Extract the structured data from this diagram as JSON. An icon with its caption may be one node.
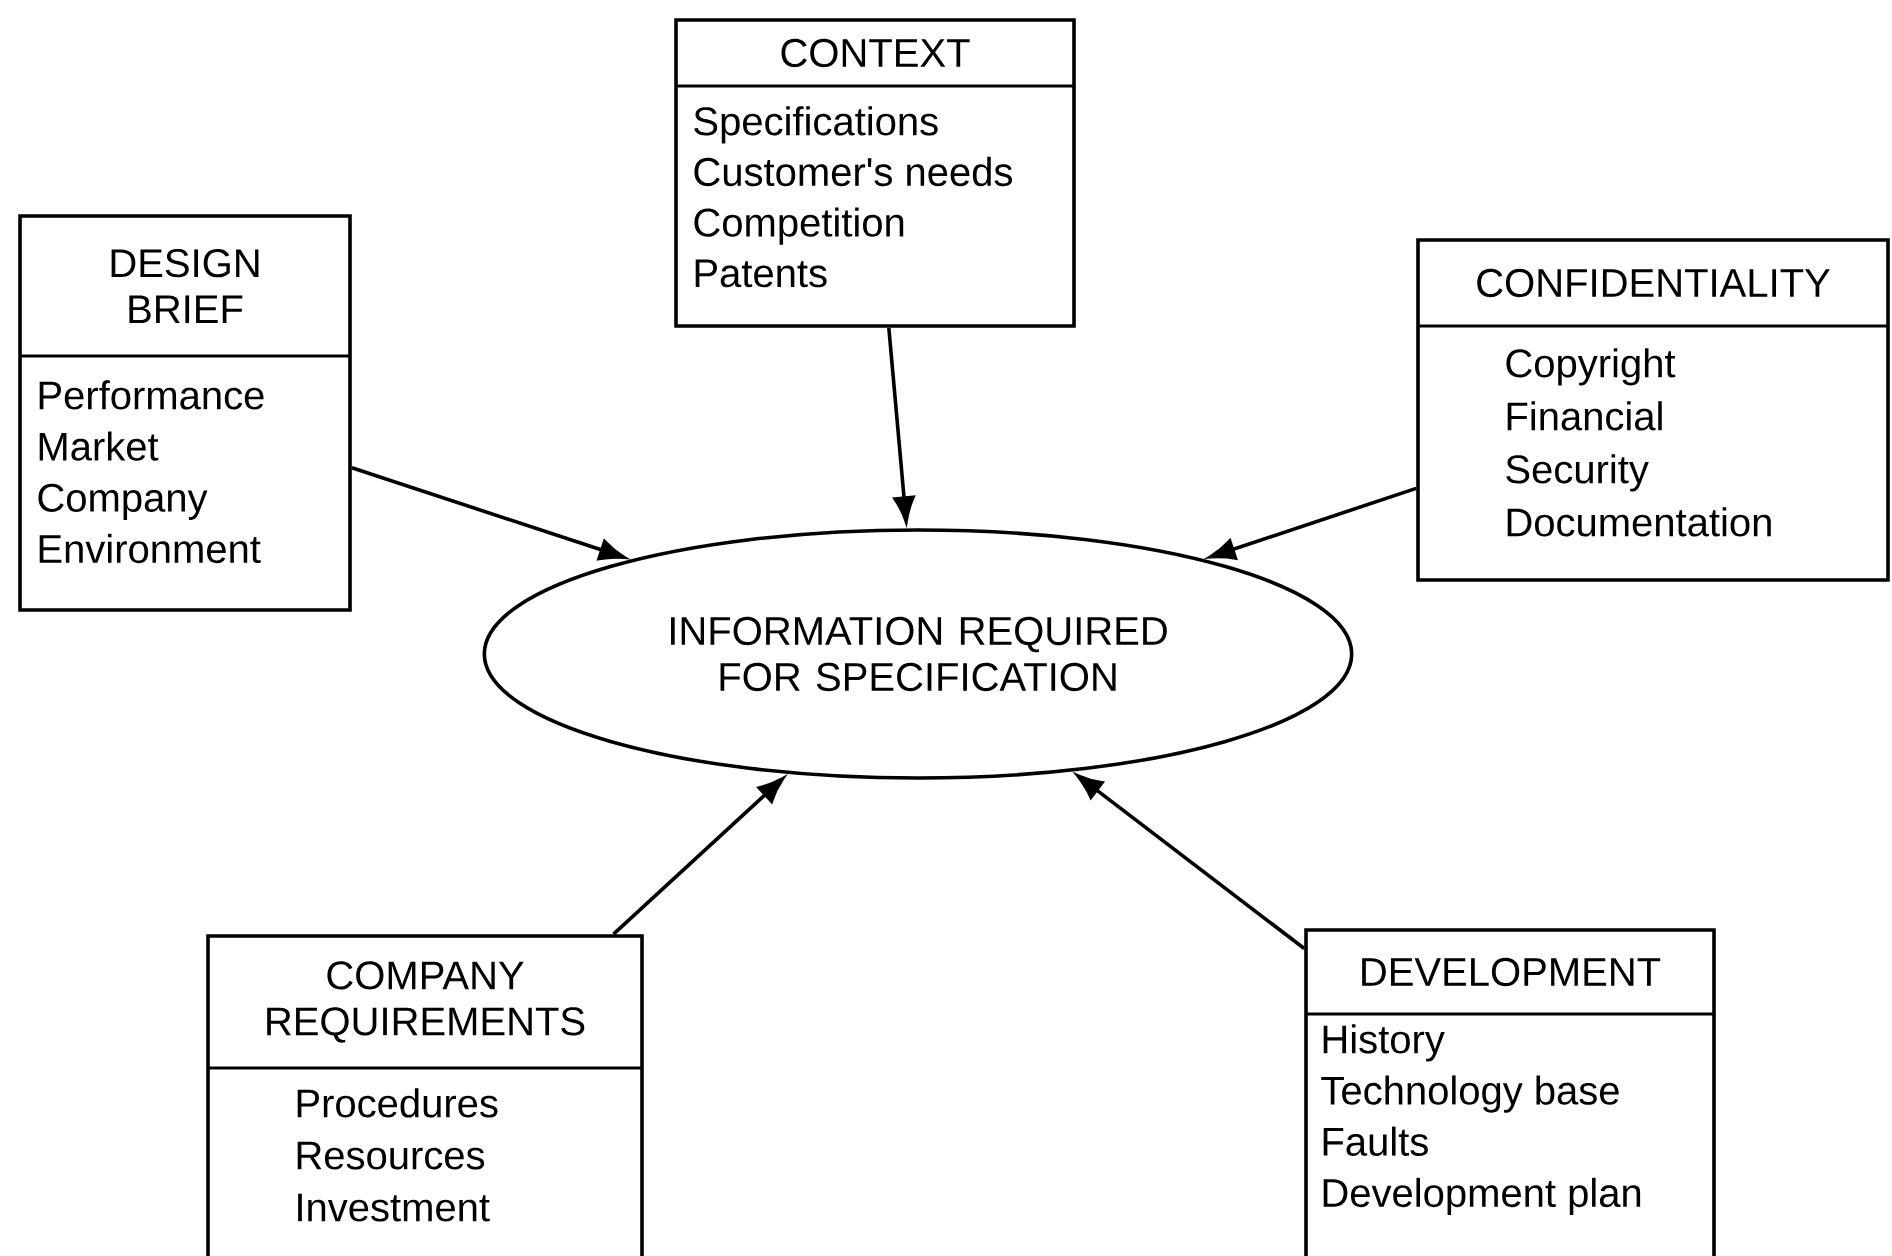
{
  "diagram": {
    "nodes": [
      {
        "text": [
          "CONTEXT",
          "Specifications",
          "Customer's needs",
          "Competition",
          "Patents"
        ]
      },
      {
        "text": [
          "DESIGN BRIEF",
          "Performance",
          "Market",
          "Company",
          "Environment"
        ]
      },
      {
        "text": [
          "CONFIDENTIALITY",
          "Copyright",
          "Financial",
          "Security",
          "Documentation"
        ]
      },
      {
        "text": [
          "INFORMATION REQUIRED FOR SPECIFICATION"
        ]
      },
      {
        "text": [
          "COMPANY REQUIREMENTS",
          "Procedures",
          "Resources",
          "Investment"
        ]
      },
      {
        "text": [
          "DEVELOPMENT",
          "History",
          "Technology base",
          "Faults",
          "Development plan"
        ]
      }
    ],
    "edges": [
      {
        "from": 0,
        "to": 3,
        "arrow": "to"
      },
      {
        "from": 1,
        "to": 3,
        "arrow": "to"
      },
      {
        "from": 2,
        "to": 3,
        "arrow": "to"
      },
      {
        "from": 4,
        "to": 3,
        "arrow": "to"
      },
      {
        "from": 5,
        "to": 3,
        "arrow": "to"
      }
    ]
  }
}
